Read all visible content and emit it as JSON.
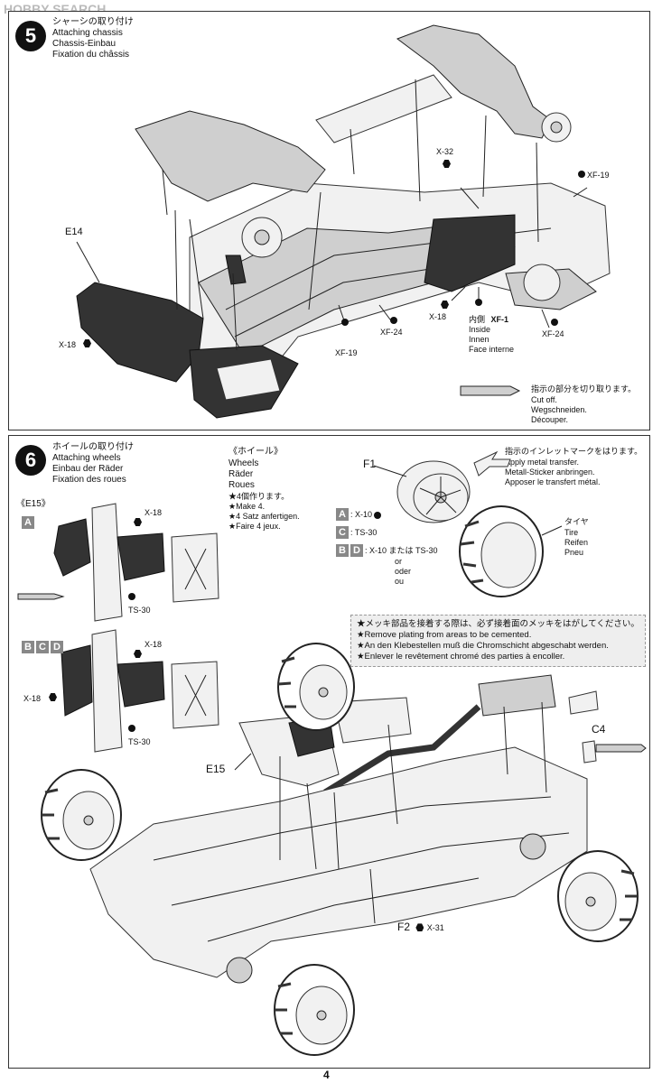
{
  "watermark": "HOBBY SEARCH",
  "step5": {
    "number": "5",
    "title_ja": "シャーシの取り付け",
    "title_en": "Attaching chassis",
    "title_de": "Chassis-Einbau",
    "title_fr": "Fixation du châssis",
    "parts": {
      "e14": "E14",
      "x32": "X-32",
      "xf19_top": "XF-19",
      "x18_left": "X-18",
      "x18_mid": "X-18",
      "xf24_mid": "XF-24",
      "xf19_bottom": "XF-19",
      "xf1": "XF-1",
      "xf24_right": "XF-24"
    },
    "inside_label": {
      "ja": "内側",
      "en": "Inside",
      "de": "Innen",
      "fr": "Face interne"
    },
    "cutoff_note": {
      "ja": "指示の部分を切り取ります。",
      "en": "Cut off.",
      "de": "Wegschneiden.",
      "fr": "Découper."
    }
  },
  "step6": {
    "number": "6",
    "title_ja": "ホイールの取り付け",
    "title_en": "Attaching wheels",
    "title_de": "Einbau der Räder",
    "title_fr": "Fixation des roues",
    "wheels_box": {
      "heading_ja": "《ホイール》",
      "heading_en": "Wheels",
      "heading_de": "Räder",
      "heading_fr": "Roues",
      "make_ja": "★4個作ります。",
      "make_en": "★Make 4.",
      "make_de": "★4 Satz anfertigen.",
      "make_fr": "★Faire 4 jeux."
    },
    "e15_heading": "《E15》",
    "variant_a": "A",
    "variant_bcd": [
      "B",
      "C",
      "D"
    ],
    "e15_parts": {
      "x18_a": "X-18",
      "ts30_a": "TS-30",
      "x18_b1": "X-18",
      "x18_b2": "X-18",
      "ts30_b": "TS-30"
    },
    "f1": "F1",
    "paint_rows": [
      {
        "keys": [
          "A"
        ],
        "text": ": X-10"
      },
      {
        "keys": [
          "C"
        ],
        "text": ": TS-30"
      },
      {
        "keys": [
          "B",
          "D"
        ],
        "text": ": X-10 または TS-30"
      }
    ],
    "or_words": [
      "or",
      "oder",
      "ou"
    ],
    "metal_note": {
      "ja": "指示のインレットマークをはります。",
      "en": "Apply metal transfer.",
      "de": "Metall-Sticker anbringen.",
      "fr": "Apposer le transfert métal."
    },
    "tire": {
      "ja": "タイヤ",
      "en": "Tire",
      "de": "Reifen",
      "fr": "Pneu"
    },
    "chrome_note": [
      "★メッキ部品を接着する際は、必ず接着面のメッキをはがしてください。",
      "★Remove plating from areas to be cemented.",
      "★An den Klebestellen muß die Chromschicht abgeschabt werden.",
      "★Enlever le revêtement chromé des parties à encoller."
    ],
    "c4": "C4",
    "e15": "E15",
    "f2": "F2",
    "x31": "X-31"
  },
  "page_number": "4"
}
